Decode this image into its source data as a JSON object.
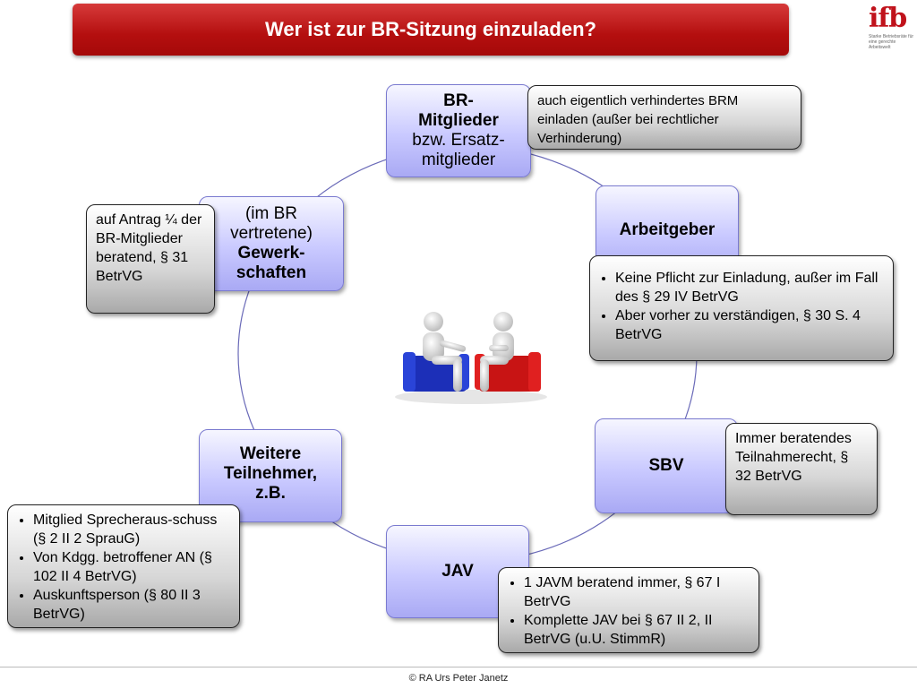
{
  "title": "Wer ist zur BR-Sitzung einzuladen?",
  "logo": {
    "mark": "ifb",
    "tagline": "Starke Betriebsräte für eine gerechte Arbeitswelt"
  },
  "nodes": {
    "br_mitglieder": {
      "line1": "BR-",
      "line2": "Mitglieder",
      "line3": "bzw. Ersatz-",
      "line4": "mitglieder"
    },
    "arbeitgeber": "Arbeitgeber",
    "sbv": "SBV",
    "jav": "JAV",
    "weitere": {
      "line1": "Weitere",
      "line2": "Teilnehmer,",
      "line3": "z.B."
    },
    "gewerkschaften": {
      "line1": "(im BR",
      "line2": "vertretene)",
      "line3": "Gewerk-",
      "line4": "schaften"
    }
  },
  "notes": {
    "br_mitglieder": "auch eigentlich verhindertes BRM einladen (außer bei rechtlicher Verhinderung)",
    "arbeitgeber": [
      "Keine Pflicht zur Einladung, außer im Fall des § 29  IV BetrVG",
      "Aber vorher zu verständigen, § 30 S. 4 BetrVG"
    ],
    "sbv": "Immer beratendes Teilnahmerecht, § 32 BetrVG",
    "jav": [
      "1 JAVM beratend immer, § 67 I BetrVG",
      "Komplette JAV bei § 67 II 2, II BetrVG (u.U. StimmR)"
    ],
    "weitere": [
      "Mitglied Sprecheraus-schuss (§ 2 II 2 SprauG)",
      "Von Kdgg. betroffener AN (§ 102 II 4 BetrVG)",
      "Auskunftsperson (§ 80 II 3 BetrVG)"
    ],
    "gewerkschaften": "auf Antrag ¼ der BR-Mitglieder beratend, § 31 BetrVG"
  },
  "footer": "© RA Urs Peter Janetz",
  "colors": {
    "title_red": "#b40f0f",
    "node_fill": "#c9c9ff",
    "ring": "#6a6ab8"
  }
}
